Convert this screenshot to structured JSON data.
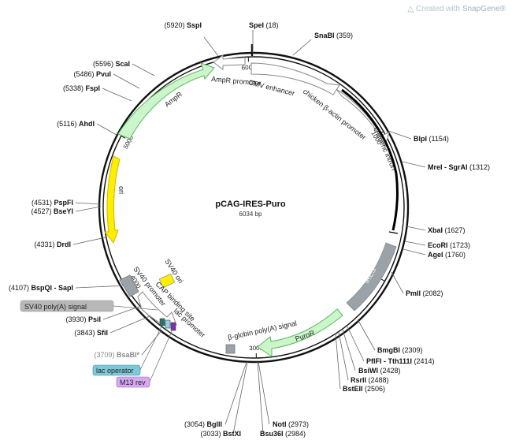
{
  "credit": {
    "prefix": "Created with ",
    "brand": "SnapGene®"
  },
  "plasmid": {
    "name": "pCAG-IRES-Puro",
    "size": "6034",
    "size_unit": "bp"
  },
  "colors": {
    "feature_green": "#ccf5cc",
    "feature_green_stroke": "#5cb85c",
    "ori_yellow": "#ffee00",
    "gray_feature": "#9aa3aa",
    "primer_teal": "#7ec8d8",
    "primer_purple": "#d7a8f0",
    "badge_gray": "#b8b8b8"
  },
  "scale_ticks": [
    "1000",
    "2000",
    "3000",
    "4000",
    "5000",
    "6000"
  ],
  "features": [
    {
      "label": "CMV enhancer",
      "type": "open-arrow"
    },
    {
      "label": "chicken β-actin promoter",
      "type": "open-arrow"
    },
    {
      "label": "chimeric intron",
      "type": "black-arc"
    },
    {
      "label": "IRES",
      "type": "gray-block"
    },
    {
      "label": "PuroR",
      "type": "green-arrow"
    },
    {
      "label": "β-globin poly(A) signal",
      "type": "gray-block"
    },
    {
      "label": "lac promoter",
      "type": "open-arrow"
    },
    {
      "label": "CAP binding site",
      "type": "teal-block"
    },
    {
      "label": "SV40 promoter",
      "type": "open-arrow"
    },
    {
      "label": "SV40 ori",
      "type": "yellow-block"
    },
    {
      "label": "ori",
      "type": "yellow-arrow"
    },
    {
      "label": "AmpR",
      "type": "green-arrow"
    },
    {
      "label": "AmpR promoter",
      "type": "open-arrow"
    }
  ],
  "sites": [
    {
      "name": "SpeI",
      "pos": "(18)"
    },
    {
      "name": "SnaBI",
      "pos": "(359)"
    },
    {
      "name": "BlpI",
      "pos": "(1154)"
    },
    {
      "name": "MreI - SgrAI",
      "pos": "(1312)"
    },
    {
      "name": "XbaI",
      "pos": "(1627)"
    },
    {
      "name": "EcoRI",
      "pos": "(1723)"
    },
    {
      "name": "AgeI",
      "pos": "(1760)"
    },
    {
      "name": "PmlI",
      "pos": "(2082)"
    },
    {
      "name": "BmgBI",
      "pos": "(2309)"
    },
    {
      "name": "PflFI - Tth111I",
      "pos": "(2414)"
    },
    {
      "name": "BsiWI",
      "pos": "(2428)"
    },
    {
      "name": "RsrII",
      "pos": "(2488)"
    },
    {
      "name": "BstEII",
      "pos": "(2506)"
    },
    {
      "name": "NotI",
      "pos": "(2973)"
    },
    {
      "name": "Bsu36I",
      "pos": "(2984)"
    },
    {
      "name": "BglII",
      "pos": "(3054)"
    },
    {
      "name": "BstXI",
      "pos": "(3033)"
    },
    {
      "name": "BsaBI*",
      "pos": "(3709)"
    },
    {
      "name": "SfiI",
      "pos": "(3843)"
    },
    {
      "name": "PsiI",
      "pos": "(3930)"
    },
    {
      "name": "BspQI - SapI",
      "pos": "(4107)"
    },
    {
      "name": "DrdI",
      "pos": "(4331)"
    },
    {
      "name": "BseYI",
      "pos": "(4527)"
    },
    {
      "name": "PspFI",
      "pos": "(4531)"
    },
    {
      "name": "AhdI",
      "pos": "(5116)"
    },
    {
      "name": "FspI",
      "pos": "(5338)"
    },
    {
      "name": "PvuI",
      "pos": "(5486)"
    },
    {
      "name": "ScaI",
      "pos": "(5596)"
    },
    {
      "name": "SspI",
      "pos": "(5920)"
    }
  ],
  "badges": [
    {
      "label": "SV40 poly(A) signal"
    },
    {
      "label": "lac operator"
    },
    {
      "label": "M13 rev"
    }
  ]
}
